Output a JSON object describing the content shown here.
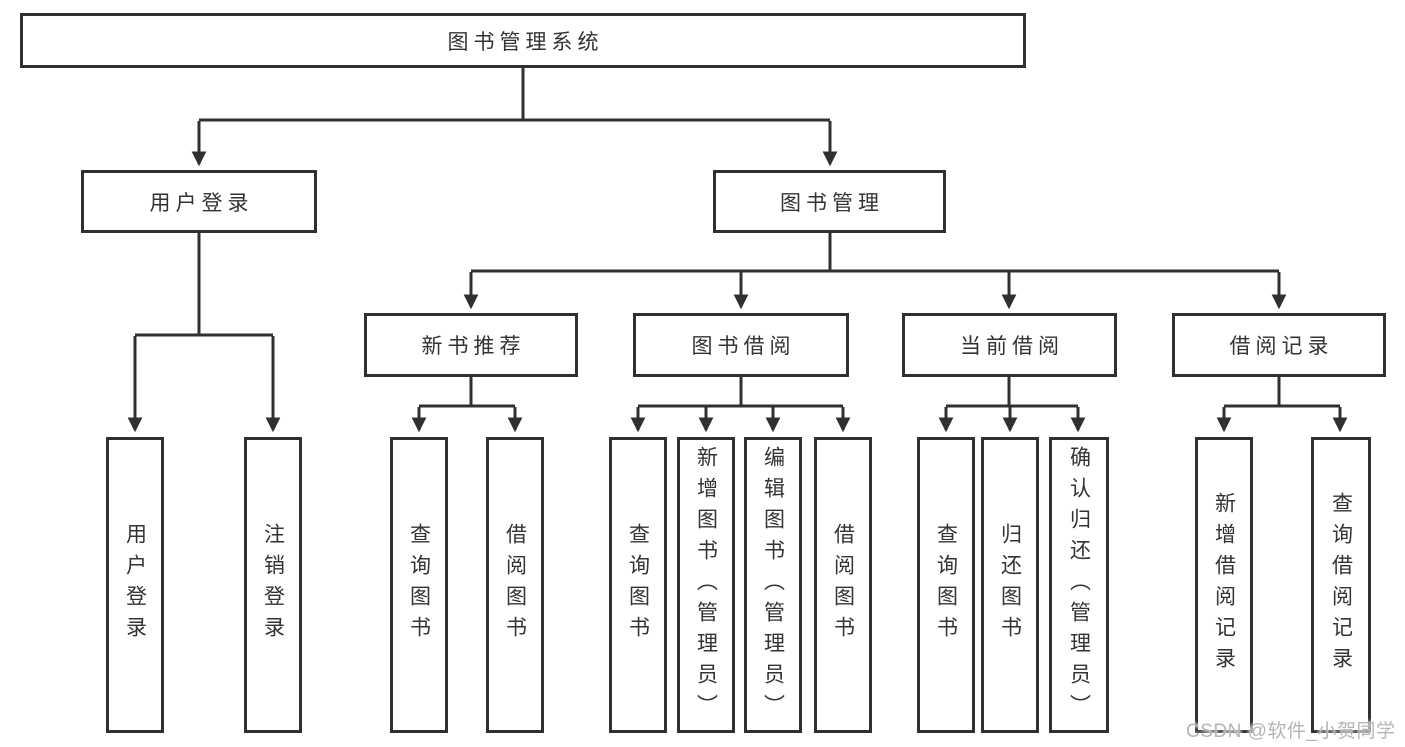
{
  "diagram": {
    "root": {
      "label": "图书管理系统"
    },
    "user_login": {
      "label": "用户登录",
      "children": [
        {
          "label": "用户登录"
        },
        {
          "label": "注销登录"
        }
      ]
    },
    "book_management": {
      "label": "图书管理",
      "new_book_recommend": {
        "label": "新书推荐",
        "children": [
          {
            "label": "查询图书"
          },
          {
            "label": "借阅图书"
          }
        ]
      },
      "book_borrow": {
        "label": "图书借阅",
        "children": [
          {
            "label": "查询图书"
          },
          {
            "label": "新增图书（管理员）"
          },
          {
            "label": "编辑图书（管理员）"
          },
          {
            "label": "借阅图书"
          }
        ]
      },
      "current_borrow": {
        "label": "当前借阅",
        "children": [
          {
            "label": "查询图书"
          },
          {
            "label": "归还图书"
          },
          {
            "label": "确认归还（管理员）"
          }
        ]
      },
      "borrow_record": {
        "label": "借阅记录",
        "children": [
          {
            "label": "新增借阅记录"
          },
          {
            "label": "查询借阅记录"
          }
        ]
      }
    }
  },
  "watermark": {
    "text": "CSDN @软件_小贺同学"
  },
  "colors": {
    "line": "#303030",
    "text": "#333333",
    "watermark": "#b5b5b5",
    "background": "#ffffff"
  }
}
